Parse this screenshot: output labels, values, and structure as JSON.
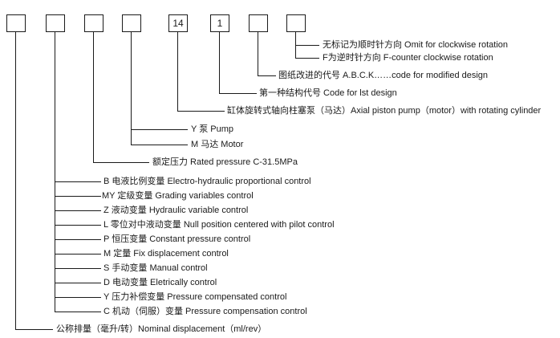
{
  "diagram": {
    "boxes": [
      {
        "value": ""
      },
      {
        "value": ""
      },
      {
        "value": ""
      },
      {
        "value": ""
      },
      {
        "value": "14"
      },
      {
        "value": "1"
      },
      {
        "value": ""
      },
      {
        "value": ""
      }
    ],
    "annotations": [
      {
        "text": "无标记为顺时针方向 Omit for clockwise rotation"
      },
      {
        "text": "F为逆时针方向 F-counter clockwise rotation"
      },
      {
        "text": "图纸改进的代号 A.B.C.K……code for modified design"
      },
      {
        "text": "第一种结构代号 Code for lst design"
      },
      {
        "text": "缸体旋转式轴向柱塞泵（马达）Axial piston pump（motor）with rotating cylinder"
      },
      {
        "text": "Y 泵 Pump"
      },
      {
        "text": "M 马达 Motor"
      },
      {
        "text": "额定压力 Rated pressure C-31.5MPa"
      },
      {
        "text": "B 电液比例变量 Electro-hydraulic proportional control"
      },
      {
        "text": "MY 定级变量 Grading variables control"
      },
      {
        "text": "Z 液动变量 Hydraulic variable control"
      },
      {
        "text": "L 零位对中液动变量 Null position centered with pilot control"
      },
      {
        "text": "P 恒压变量 Constant pressure control"
      },
      {
        "text": "M 定量 Fix displacement control"
      },
      {
        "text": "S 手动变量 Manual control"
      },
      {
        "text": "D 电动变量 Eletrically control"
      },
      {
        "text": "Y 压力补偿变量 Pressure compensated control"
      },
      {
        "text": "C 机动（伺服）变量 Pressure compensation control"
      },
      {
        "text": "公称排量（毫升/转）Nominal displacement（ml/rev）"
      }
    ],
    "colors": {
      "background": "#ffffff",
      "line": "#1a1a1a",
      "text": "#1a1a1a"
    }
  }
}
